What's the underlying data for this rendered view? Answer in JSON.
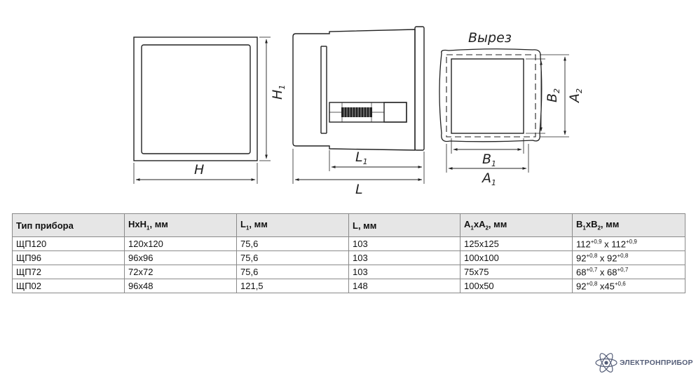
{
  "drawing": {
    "labels": {
      "H": "H",
      "H1": "H",
      "H1_sub": "1",
      "L": "L",
      "L1": "L",
      "L1_sub": "1",
      "cutout": "Вырез",
      "B1": "B",
      "B1_sub": "1",
      "A1": "A",
      "A1_sub": "1",
      "B2": "B",
      "B2_sub": "2",
      "A2": "A",
      "A2_sub": "2"
    }
  },
  "table": {
    "headers": {
      "type": "Тип прибора",
      "hxh1_main": "HxH",
      "hxh1_sub": "1",
      "hxh1_unit": ", мм",
      "l1_main": "L",
      "l1_sub": "1",
      "l1_unit": ", мм",
      "l": "L, мм",
      "a_a": "A",
      "a_sub1": "1",
      "a_x": "xA",
      "a_sub2": "2",
      "a_unit": ", мм",
      "b_b": "B",
      "b_sub1": "1",
      "b_x": "xB",
      "b_sub2": "2",
      "b_unit": ", мм"
    },
    "rows": [
      {
        "type": "ЩП120",
        "hxh1": "120x120",
        "l1": "75,6",
        "l": "103",
        "a": "125x125",
        "b1": "112",
        "b1_tol": "+0,9",
        "b_sep": " x ",
        "b2": "112",
        "b2_tol": "+0,9"
      },
      {
        "type": "ЩП96",
        "hxh1": "96x96",
        "l1": "75,6",
        "l": "103",
        "a": "100x100",
        "b1": "92",
        "b1_tol": "+0,8",
        "b_sep": " x ",
        "b2": "92",
        "b2_tol": "+0,8"
      },
      {
        "type": "ЩП72",
        "hxh1": "72x72",
        "l1": "75,6",
        "l": "103",
        "a": "75x75",
        "b1": "68",
        "b1_tol": "+0,7",
        "b_sep": " x ",
        "b2": "68",
        "b2_tol": "+0,7"
      },
      {
        "type": "ЩП02",
        "hxh1": "96x48",
        "l1": "121,5",
        "l": "148",
        "a": "100x50",
        "b1": "92",
        "b1_tol": "+0,8",
        "b_sep": " x",
        "b2": "45",
        "b2_tol": "+0,6"
      }
    ]
  },
  "brand": {
    "name": "ЭЛЕКТРОНПРИБОР",
    "icon": "atom-icon",
    "color": "#555e78"
  }
}
